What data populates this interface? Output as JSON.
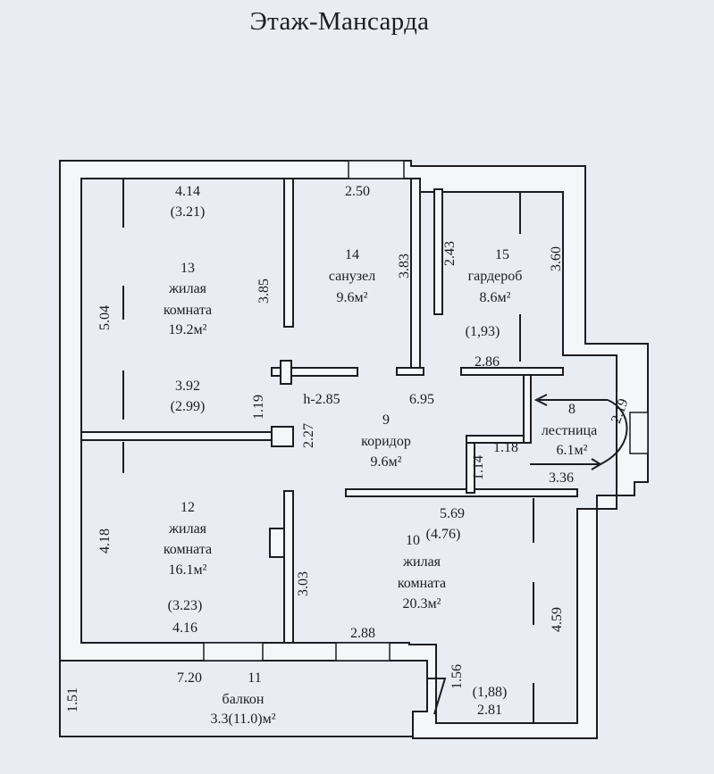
{
  "title": "Этаж-Мансарда",
  "rooms": {
    "r13": {
      "num": "13",
      "name1": "жилая",
      "name2": "комната",
      "area": "19.2м²"
    },
    "r14": {
      "num": "14",
      "name1": "санузел",
      "area": "9.6м²"
    },
    "r15": {
      "num": "15",
      "name1": "гардероб",
      "area": "8.6м²"
    },
    "r8": {
      "num": "8",
      "name1": "лестница",
      "area": "6.1м²"
    },
    "r9": {
      "num": "9",
      "name1": "коридор",
      "area": "9.6м²"
    },
    "r12": {
      "num": "12",
      "name1": "жилая",
      "name2": "комната",
      "area": "16.1м²"
    },
    "r10": {
      "num": "10",
      "name1": "жилая",
      "name2": "комната",
      "area": "20.3м²"
    },
    "r11": {
      "num": "11",
      "name1": "балкон",
      "area": "3.3(11.0)м²"
    }
  },
  "height": "h-2.85",
  "dims": {
    "d414": "4.14",
    "d321": "(3.21)",
    "d250": "2.50",
    "d504": "5.04",
    "d385": "3.85",
    "d383": "3.83",
    "d243": "2.43",
    "d360": "3.60",
    "d193": "(1,93)",
    "d286": "2.86",
    "d392": "3.92",
    "d299": "(2.99)",
    "d119": "1.19",
    "d227": "2.27",
    "d695": "6.95",
    "d219": "2.19",
    "d118": "1.18",
    "d114": "1.14",
    "d336": "3.36",
    "d569": "5.69",
    "d476": "(4.76)",
    "d418": "4.18",
    "d303": "3.03",
    "d323": "(3.23)",
    "d416": "4.16",
    "d288": "2.88",
    "d459": "4.59",
    "d720": "7.20",
    "d151": "1.51",
    "d156": "1.56",
    "d188": "(1,88)",
    "d281": "2.81"
  }
}
